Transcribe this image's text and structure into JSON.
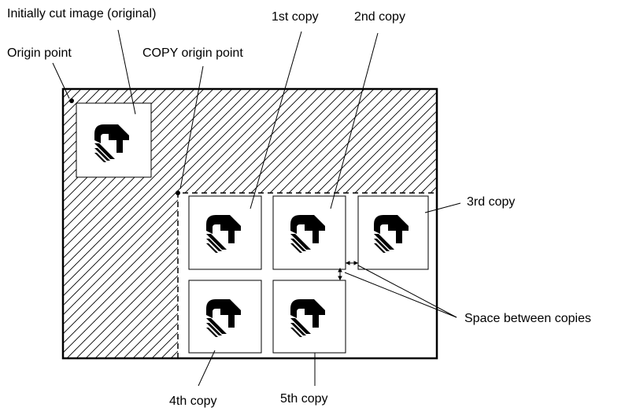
{
  "labels": {
    "initially_cut": "Initially cut image (original)",
    "origin_point": "Origin point",
    "copy_origin_point": "COPY origin point",
    "copy1": "1st copy",
    "copy2": "2nd copy",
    "copy3": "3rd copy",
    "copy4": "4th copy",
    "copy5": "5th copy",
    "space_between": "Space between copies"
  },
  "colors": {
    "line": "#000000",
    "background": "#ffffff"
  },
  "icons": {
    "logo": "stylized-G-logo-icon"
  }
}
